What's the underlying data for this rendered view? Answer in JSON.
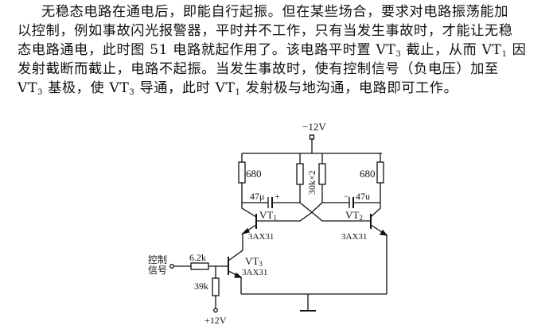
{
  "paragraph": {
    "lines": [
      {
        "segments": [
          {
            "t": "无稳态电路在通电后，即能自行起振。但在某些场合，要求对电路振荡能加"
          }
        ]
      },
      {
        "segments": [
          {
            "t": "以控制，例如事故闪光报警器，平时并不工作，只有当发生事故时，才能让无稳"
          }
        ]
      },
      {
        "segments": [
          {
            "t": "态电路通电，此时图 51 电路就起作用了。该电路平时置 VT"
          },
          {
            "sub": "3"
          },
          {
            "t": " 截止，从而 VT"
          },
          {
            "sub": "1"
          },
          {
            "t": " 因"
          }
        ]
      },
      {
        "segments": [
          {
            "t": "发射截断而截止，电路不起振。当发生事故时，使有控制信号（负电压）加至"
          }
        ]
      },
      {
        "segments": [
          {
            "t": "VT"
          },
          {
            "sub": "3"
          },
          {
            "t": " 基极，使 VT"
          },
          {
            "sub": "3"
          },
          {
            "t": " 导通，此时 VT"
          },
          {
            "sub": "1"
          },
          {
            "t": " 发射极与地沟通，电路即可工作。"
          }
        ]
      }
    ]
  },
  "circuit": {
    "supply_top": "−12V",
    "supply_bottom": "+12V",
    "control_input_label_line1": "控制",
    "control_input_label_line2": "信号",
    "resistors": {
      "r_left_collector": "680",
      "r_right_collector": "680",
      "r_base_pair": "30k×2",
      "r_input": "6.2k",
      "r_bias": "39k"
    },
    "capacitors": {
      "c_left": "47μ",
      "c_left_polarity": "+",
      "c_right": "47u",
      "c_right_polarity": "−"
    },
    "transistors": {
      "vt1": {
        "name": "VT",
        "sub": "1",
        "model": "3AX31"
      },
      "vt2": {
        "name": "VT",
        "sub": "2",
        "model": "3AX31"
      },
      "vt3": {
        "name": "VT",
        "sub": "3",
        "model": "3AX31"
      }
    }
  }
}
